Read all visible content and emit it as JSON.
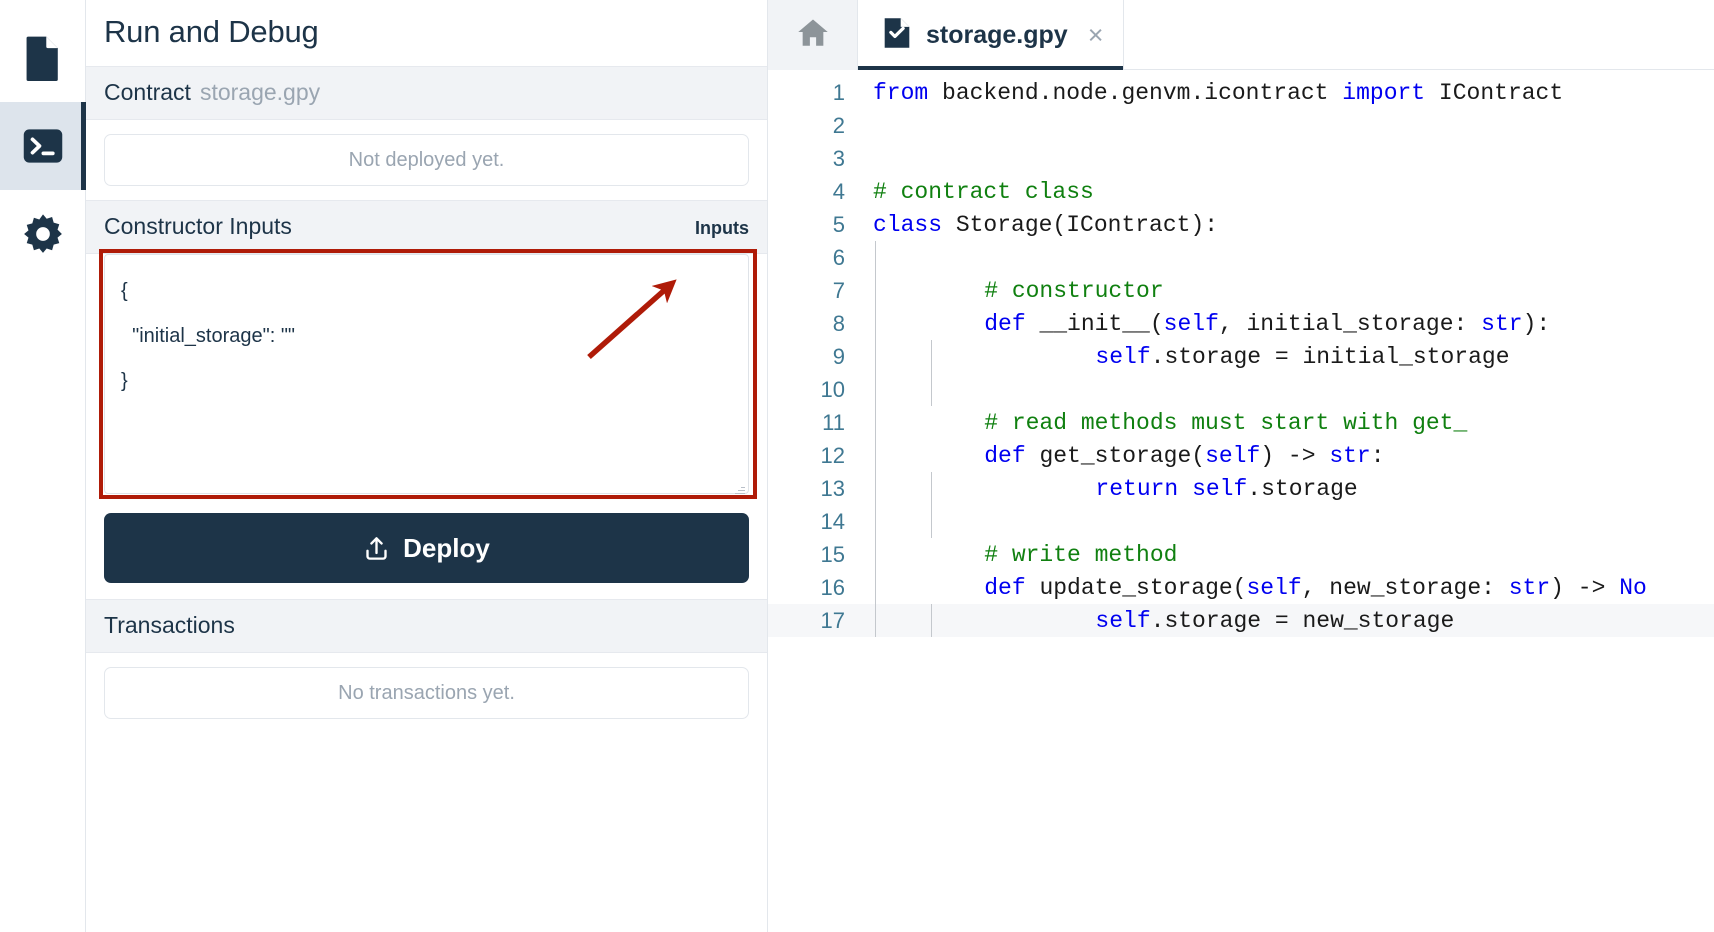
{
  "rail": {
    "items": [
      {
        "name": "file-icon",
        "label": "Files"
      },
      {
        "name": "terminal-icon",
        "label": "Run and Debug",
        "active": true
      },
      {
        "name": "gear-icon",
        "label": "Settings"
      }
    ]
  },
  "panel": {
    "title": "Run and Debug",
    "contract": {
      "label": "Contract",
      "filename": "storage.gpy",
      "status": "Not deployed yet."
    },
    "constructor": {
      "heading": "Constructor Inputs",
      "right_label": "Inputs",
      "json_value": "{\n  \"initial_storage\": \"\"\n}",
      "placeholder": "{}"
    },
    "deploy": {
      "label": "Deploy",
      "icon": "upload-icon"
    },
    "transactions": {
      "heading": "Transactions",
      "empty": "No transactions yet."
    }
  },
  "editor": {
    "home_tab": {
      "name": "home-icon",
      "label": "Home"
    },
    "tabs": [
      {
        "label": "storage.gpy",
        "icon": "file-check-icon",
        "close": "×",
        "active": true
      }
    ],
    "lines": [
      {
        "n": 1,
        "guides": 0,
        "tokens": [
          {
            "t": "from",
            "c": "kw"
          },
          {
            "t": " backend.node.genvm.icontract ",
            "c": "pl"
          },
          {
            "t": "import",
            "c": "kw"
          },
          {
            "t": " IContract",
            "c": "pl"
          }
        ]
      },
      {
        "n": 2,
        "guides": 0,
        "tokens": []
      },
      {
        "n": 3,
        "guides": 0,
        "tokens": []
      },
      {
        "n": 4,
        "guides": 0,
        "tokens": [
          {
            "t": "# contract class",
            "c": "cm"
          }
        ]
      },
      {
        "n": 5,
        "guides": 0,
        "tokens": [
          {
            "t": "class",
            "c": "kw"
          },
          {
            "t": " Storage(IContract):",
            "c": "pl"
          }
        ]
      },
      {
        "n": 6,
        "guides": 1,
        "tokens": []
      },
      {
        "n": 7,
        "guides": 1,
        "tokens": [
          {
            "t": "    # constructor",
            "c": "cm"
          }
        ]
      },
      {
        "n": 8,
        "guides": 1,
        "tokens": [
          {
            "t": "    ",
            "c": "pl"
          },
          {
            "t": "def",
            "c": "kw"
          },
          {
            "t": " __init__(",
            "c": "pl"
          },
          {
            "t": "self",
            "c": "kw"
          },
          {
            "t": ", initial_storage: ",
            "c": "pl"
          },
          {
            "t": "str",
            "c": "kw"
          },
          {
            "t": "):",
            "c": "pl"
          }
        ]
      },
      {
        "n": 9,
        "guides": 2,
        "tokens": [
          {
            "t": "        ",
            "c": "pl"
          },
          {
            "t": "self",
            "c": "kw"
          },
          {
            "t": ".storage = initial_storage",
            "c": "pl"
          }
        ]
      },
      {
        "n": 10,
        "guides": 2,
        "tokens": []
      },
      {
        "n": 11,
        "guides": 1,
        "tokens": [
          {
            "t": "    # read methods must start with get_",
            "c": "cm"
          }
        ]
      },
      {
        "n": 12,
        "guides": 1,
        "tokens": [
          {
            "t": "    ",
            "c": "pl"
          },
          {
            "t": "def",
            "c": "kw"
          },
          {
            "t": " get_storage(",
            "c": "pl"
          },
          {
            "t": "self",
            "c": "kw"
          },
          {
            "t": ") -> ",
            "c": "pl"
          },
          {
            "t": "str",
            "c": "kw"
          },
          {
            "t": ":",
            "c": "pl"
          }
        ]
      },
      {
        "n": 13,
        "guides": 2,
        "tokens": [
          {
            "t": "        ",
            "c": "pl"
          },
          {
            "t": "return",
            "c": "kw"
          },
          {
            "t": " ",
            "c": "pl"
          },
          {
            "t": "self",
            "c": "kw"
          },
          {
            "t": ".storage",
            "c": "pl"
          }
        ]
      },
      {
        "n": 14,
        "guides": 2,
        "tokens": []
      },
      {
        "n": 15,
        "guides": 1,
        "tokens": [
          {
            "t": "    # write method",
            "c": "cm"
          }
        ]
      },
      {
        "n": 16,
        "guides": 1,
        "tokens": [
          {
            "t": "    ",
            "c": "pl"
          },
          {
            "t": "def",
            "c": "kw"
          },
          {
            "t": " update_storage(",
            "c": "pl"
          },
          {
            "t": "self",
            "c": "kw"
          },
          {
            "t": ", new_storage: ",
            "c": "pl"
          },
          {
            "t": "str",
            "c": "kw"
          },
          {
            "t": ") -> ",
            "c": "pl"
          },
          {
            "t": "No",
            "c": "kw"
          }
        ]
      },
      {
        "n": 17,
        "guides": 2,
        "current": true,
        "tokens": [
          {
            "t": "        ",
            "c": "pl"
          },
          {
            "t": "self",
            "c": "kw"
          },
          {
            "t": ".storage = new_storage",
            "c": "pl"
          }
        ]
      }
    ]
  },
  "annotation": {
    "box_color": "#af1b08",
    "arrow_color": "#af1b08",
    "arrow_target": "Inputs"
  },
  "colors": {
    "accent": "#1d3448",
    "panel_header_bg": "#f1f3f6",
    "muted_text": "#9aa5b1",
    "keyword": "#0000f0",
    "comment": "#108010",
    "line_number": "#3f7892"
  }
}
